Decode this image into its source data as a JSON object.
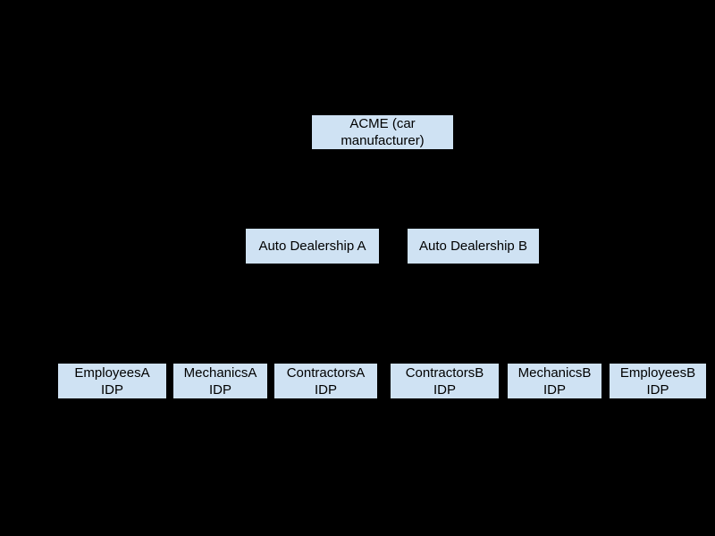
{
  "diagram": {
    "colors": {
      "background": "#000000",
      "node_fill": "#cfe2f3",
      "node_text": "#000000"
    },
    "nodes": [
      {
        "id": "acme",
        "label": "ACME (car\nmanufacturer)"
      },
      {
        "id": "auto-dealership-a",
        "label": "Auto Dealership A"
      },
      {
        "id": "auto-dealership-b",
        "label": "Auto Dealership B"
      },
      {
        "id": "employees-a-idp",
        "label": "EmployeesA\nIDP"
      },
      {
        "id": "mechanics-a-idp",
        "label": "MechanicsA\nIDP"
      },
      {
        "id": "contractors-a-idp",
        "label": "ContractorsA\nIDP"
      },
      {
        "id": "contractors-b-idp",
        "label": "ContractorsB\nIDP"
      },
      {
        "id": "mechanics-b-idp",
        "label": "MechanicsB\nIDP"
      },
      {
        "id": "employees-b-idp",
        "label": "EmployeesB\nIDP"
      }
    ]
  }
}
